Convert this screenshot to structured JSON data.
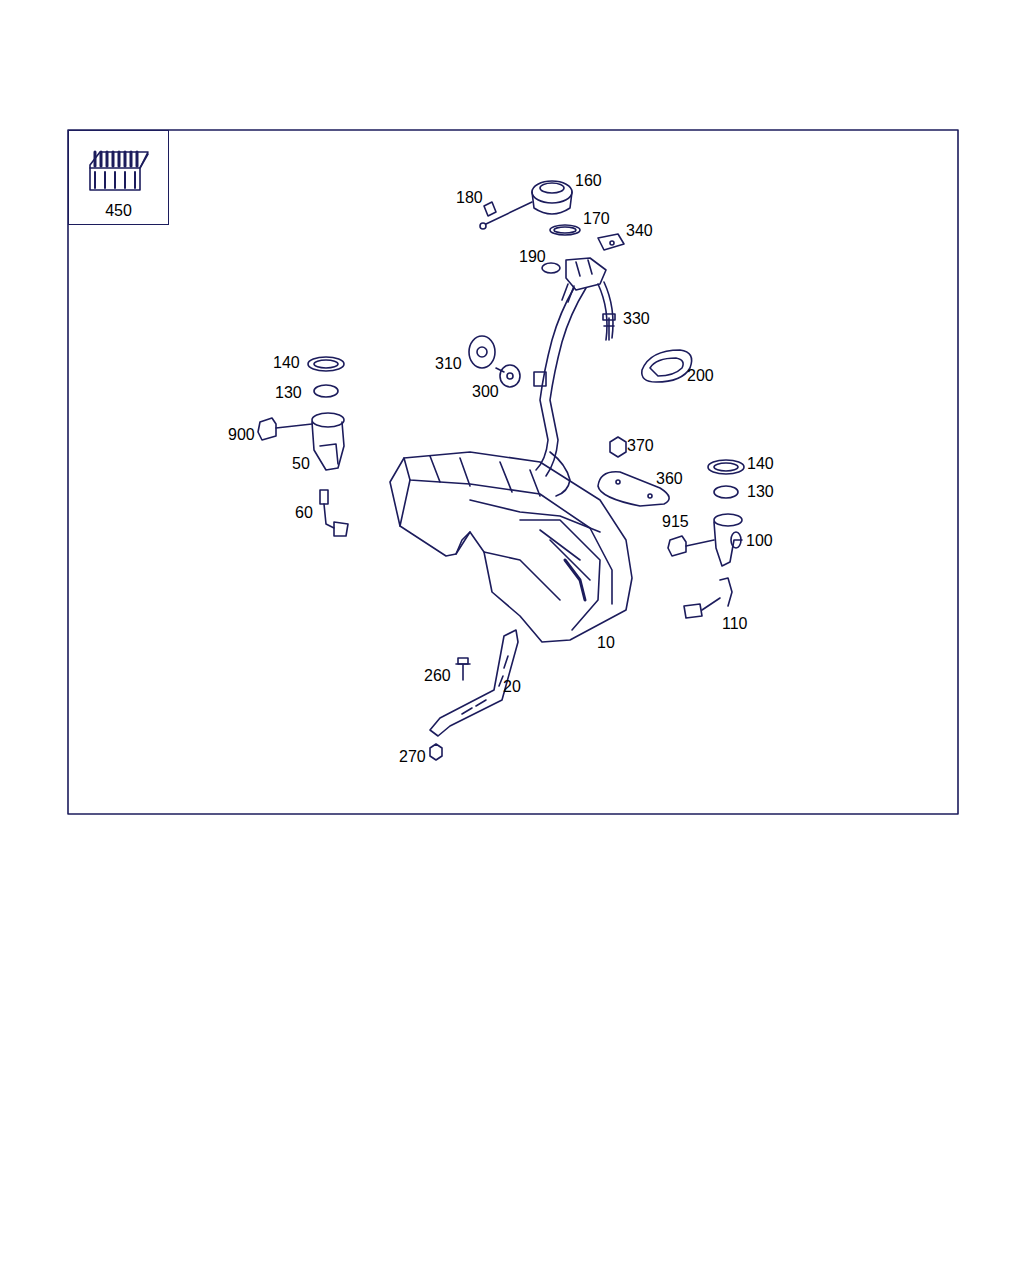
{
  "diagram": {
    "nodes": [
      {
        "text": [
          "450"
        ]
      }
    ],
    "labels": [
      "160",
      "180",
      "170",
      "340",
      "190",
      "330",
      "310",
      "140",
      "130",
      "300",
      "200",
      "900",
      "50",
      "370",
      "360",
      "140",
      "130",
      "60",
      "915",
      "100",
      "110",
      "10",
      "260",
      "20",
      "270"
    ]
  }
}
